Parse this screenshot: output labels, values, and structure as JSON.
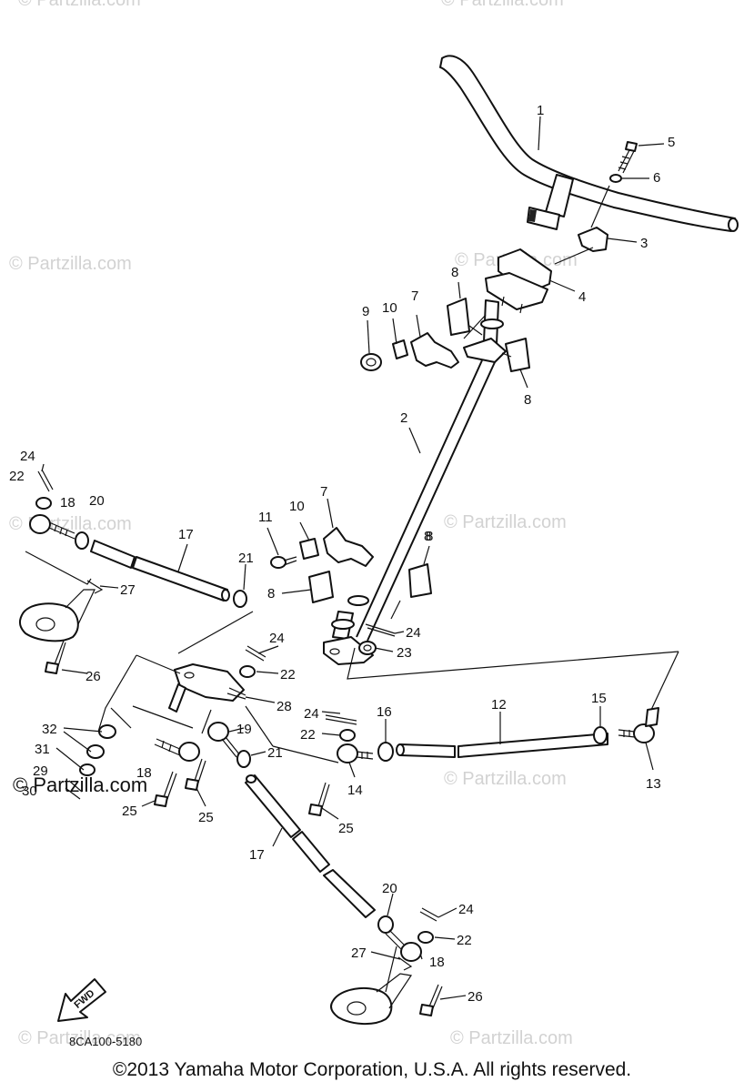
{
  "watermark_text": "© Partzilla.com",
  "diagram_code": "8CA100-5180",
  "fwd_label": "FWD",
  "copyright": "©2013 Yamaha Motor Corporation, U.S.A. All rights reserved.",
  "callouts": [
    "1",
    "5",
    "6",
    "3",
    "4",
    "8",
    "8",
    "10",
    "9",
    "7",
    "2",
    "8",
    "24",
    "22",
    "18",
    "20",
    "17",
    "21",
    "27",
    "26",
    "11",
    "10",
    "7",
    "8",
    "8",
    "24",
    "23",
    "24",
    "22",
    "28",
    "19",
    "21",
    "16",
    "12",
    "15",
    "13",
    "24",
    "22",
    "14",
    "25",
    "32",
    "31",
    "29",
    "30",
    "18",
    "25",
    "25",
    "17",
    "20",
    "24",
    "22",
    "27",
    "18",
    "26"
  ]
}
